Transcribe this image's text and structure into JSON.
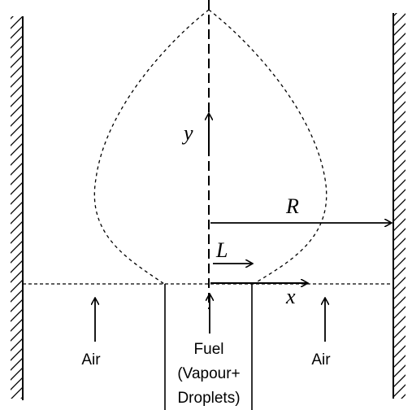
{
  "labels": {
    "y_axis": "y",
    "x_axis": "x",
    "radius": "R",
    "length": "L",
    "air_left": "Air",
    "air_right": "Air",
    "fuel_line1": "Fuel",
    "fuel_line2": "(Vapour+",
    "fuel_line3": "Droplets)"
  },
  "colors": {
    "stroke": "#000000",
    "background": "#ffffff"
  }
}
